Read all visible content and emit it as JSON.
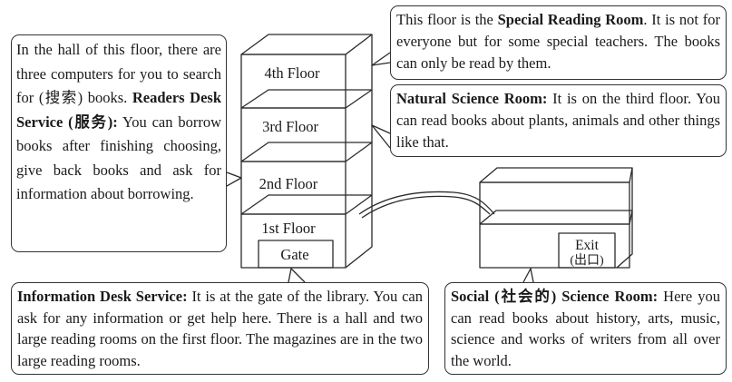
{
  "building": {
    "floors": [
      "4th Floor",
      "3rd Floor",
      "2nd Floor",
      "1st Floor"
    ],
    "gate_label": "Gate"
  },
  "annex": {
    "exit_label": "Exit",
    "exit_cn": "(出口)"
  },
  "callouts": {
    "readers_desk": {
      "intro": "In the hall of this floor, there are three computers for you to search for (搜索) books.",
      "title": "Readers Desk Service (服务):",
      "body": "You can borrow books after finishing choosing, give back books and ask for information about borrowing."
    },
    "special_reading": {
      "prefix": "This floor is the ",
      "title": "Special Reading Room",
      "body": ". It is not for everyone but for some special teachers. The books can only be read by them."
    },
    "natural_science": {
      "title": "Natural Science Room:",
      "body": " It is on the third floor. You can read books about plants, animals and other things like that."
    },
    "information_desk": {
      "title": "Information Desk Service:",
      "body": " It is at the gate of the library. You can ask for any information or get help here. There is a hall and two large reading rooms on the first floor. The magazines are in the two large reading rooms."
    },
    "social_science": {
      "title": "Social (社会的) Science Room:",
      "body": " Here you can read books about history, arts, music, science and works of writers from all over the world."
    }
  }
}
